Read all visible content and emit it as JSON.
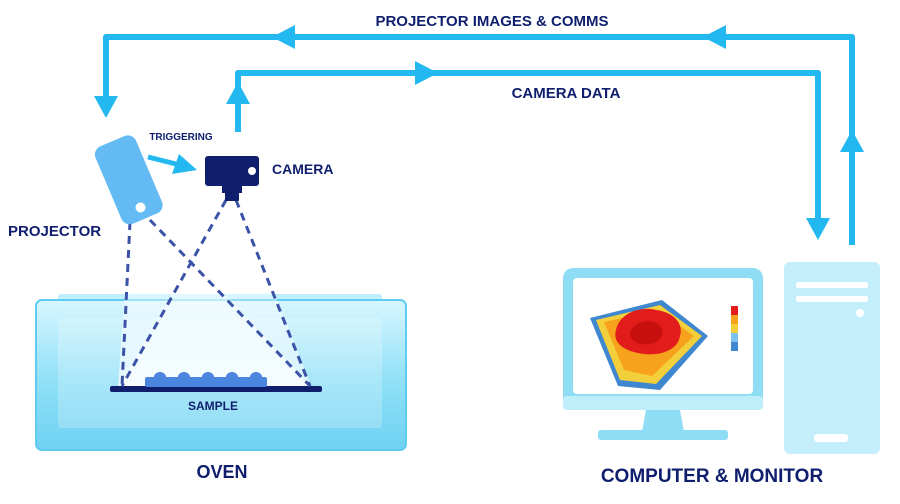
{
  "colors": {
    "flow": "#24b8f0",
    "navy": "#0f1f6e",
    "oven_body": "#7fdaf5",
    "oven_rim": "#bfefff",
    "device_light": "#c4eefb",
    "device_mid": "#8fdcf5",
    "projector": "#64bbf3",
    "heat_core": "#e21b1b",
    "heat_mid": "#f7a21c",
    "heat_outer": "#f4cf3c",
    "heat_edge": "#3f88d0"
  },
  "labels": {
    "projector_images_comms": "PROJECTOR IMAGES & COMMS",
    "camera_data": "CAMERA DATA",
    "triggering": "TRIGGERING",
    "camera": "CAMERA",
    "projector": "PROJECTOR",
    "sample": "SAMPLE",
    "oven": "OVEN",
    "computer_monitor": "COMPUTER & MONITOR"
  },
  "icons": {
    "projector": "projector-icon",
    "camera": "camera-icon",
    "oven": "oven-icon",
    "monitor": "monitor-icon",
    "computer_tower": "computer-tower-icon",
    "heatmap": "heatmap-icon"
  }
}
